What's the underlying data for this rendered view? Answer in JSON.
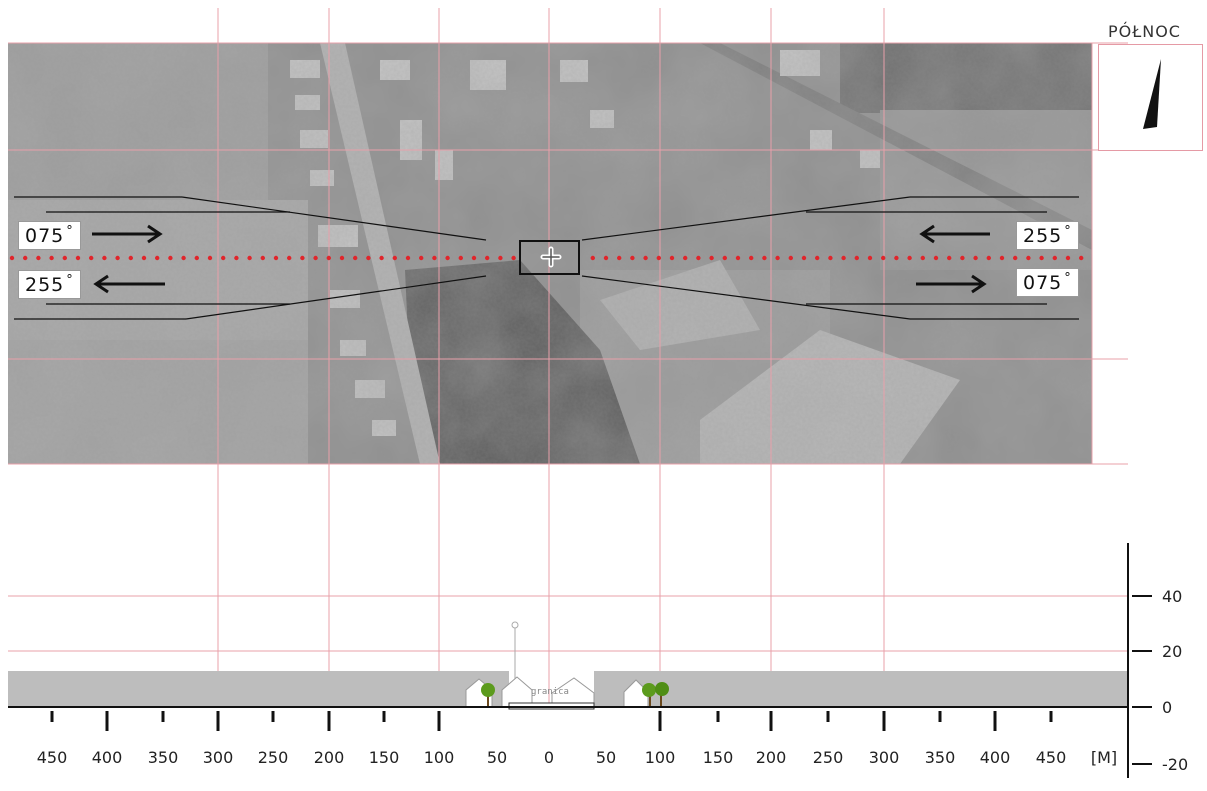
{
  "north": {
    "label": "PÓŁNOC",
    "icon": "north-arrow-icon"
  },
  "runway": {
    "headings": {
      "left_top": "075",
      "left_bottom": "255",
      "right_top": "255",
      "right_bottom": "075"
    },
    "degree_symbol": "°",
    "center_icon": "airport-reference-point-icon"
  },
  "distance_scale": {
    "labels": [
      "450",
      "400",
      "350",
      "300",
      "250",
      "200",
      "150",
      "100",
      "50",
      "0",
      "50",
      "100",
      "150",
      "200",
      "250",
      "300",
      "350",
      "400",
      "450"
    ],
    "unit": "[M]"
  },
  "elevation_scale": {
    "labels": [
      "40",
      "20",
      "0",
      "-20"
    ]
  },
  "profile": {
    "text": "granica"
  },
  "colors": {
    "grid": "#e8a0aa",
    "centerline_dots": "#e0252b",
    "profile_band": "#bdbdbd",
    "tree": "#5c9b1d"
  }
}
